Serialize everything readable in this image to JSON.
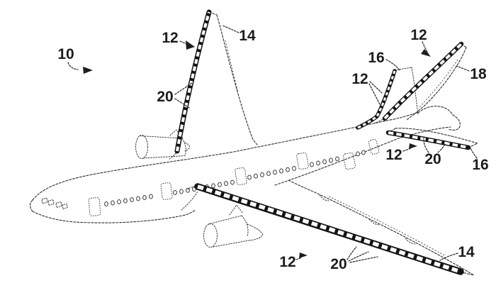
{
  "figure": {
    "background_color": "#ffffff",
    "ink_color": "#222222",
    "description": "Patent-style line drawing of a commercial airplane with segmented protective strips applied to the leading edges of the wings, stabilizers and vertical fin"
  },
  "reference_labels": {
    "aircraft": "10",
    "far_wing_leading_edge": "12",
    "fin_leading_edge": "12",
    "far_stabilizer_leading_edge": "12",
    "near_stabilizer_leading_edge": "12",
    "near_wing_leading_edge": "12",
    "far_wing": "14",
    "near_wing": "14",
    "vertical_fin": "16",
    "near_stabilizer": "16",
    "far_stabilizer": "18",
    "far_wing_strip": "20",
    "near_stabilizer_strip": "20",
    "near_wing_strip": "20"
  }
}
